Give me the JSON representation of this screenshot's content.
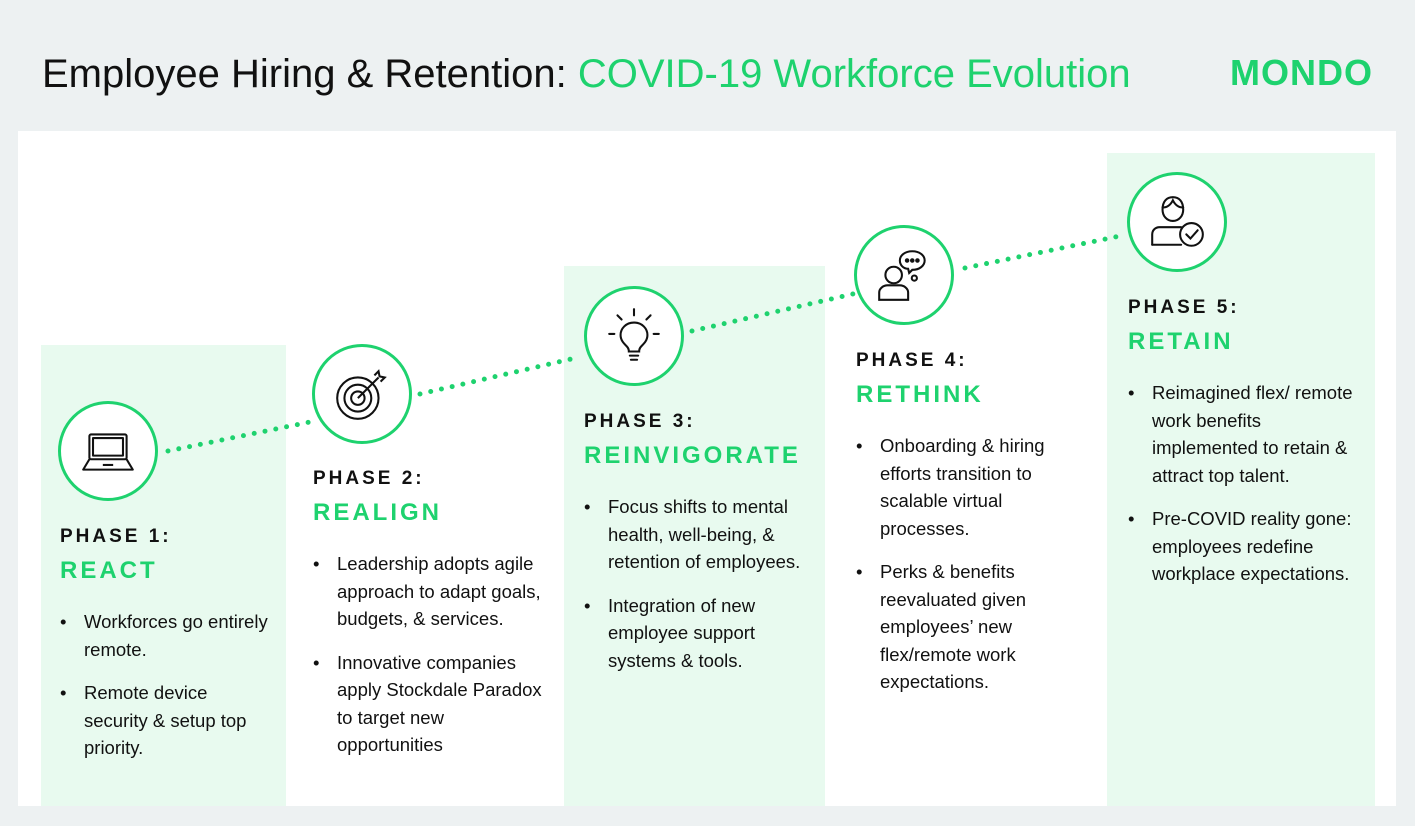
{
  "header": {
    "title_main": "Employee Hiring & Retention: ",
    "title_accent": "COVID-19 Workforce Evolution",
    "logo": "MONDO"
  },
  "colors": {
    "accent": "#1ed26e",
    "column_bg": "#e8faef",
    "background": "#edf1f2"
  },
  "phases": [
    {
      "label": "PHASE 1:",
      "name": "REACT",
      "icon": "laptop-icon",
      "bullets": [
        "Workforces go entirely remote.",
        "Remote device security & setup top priority."
      ]
    },
    {
      "label": "PHASE 2:",
      "name": "REALIGN",
      "icon": "target-icon",
      "bullets": [
        "Leadership adopts agile approach to adapt goals, budgets, & services.",
        "Innovative companies apply Stockdale Paradox to target new opportunities"
      ]
    },
    {
      "label": "PHASE 3:",
      "name": "REINVIGORATE",
      "icon": "lightbulb-icon",
      "bullets": [
        "Focus shifts to mental health, well-being, & retention of employees.",
        "Integration of new employee support systems & tools."
      ]
    },
    {
      "label": "PHASE 4:",
      "name": "RETHINK",
      "icon": "person-thinking-icon",
      "bullets": [
        "Onboarding & hiring efforts transition to scalable virtual processes.",
        "Perks & benefits reevaluated given employees’ new flex/remote work expectations."
      ]
    },
    {
      "label": "PHASE 5:",
      "name": "RETAIN",
      "icon": "person-check-icon",
      "bullets": [
        "Reimagined flex/ remote work benefits implemented to retain & attract top talent.",
        "Pre-COVID reality gone: employees redefine workplace expectations."
      ]
    }
  ]
}
